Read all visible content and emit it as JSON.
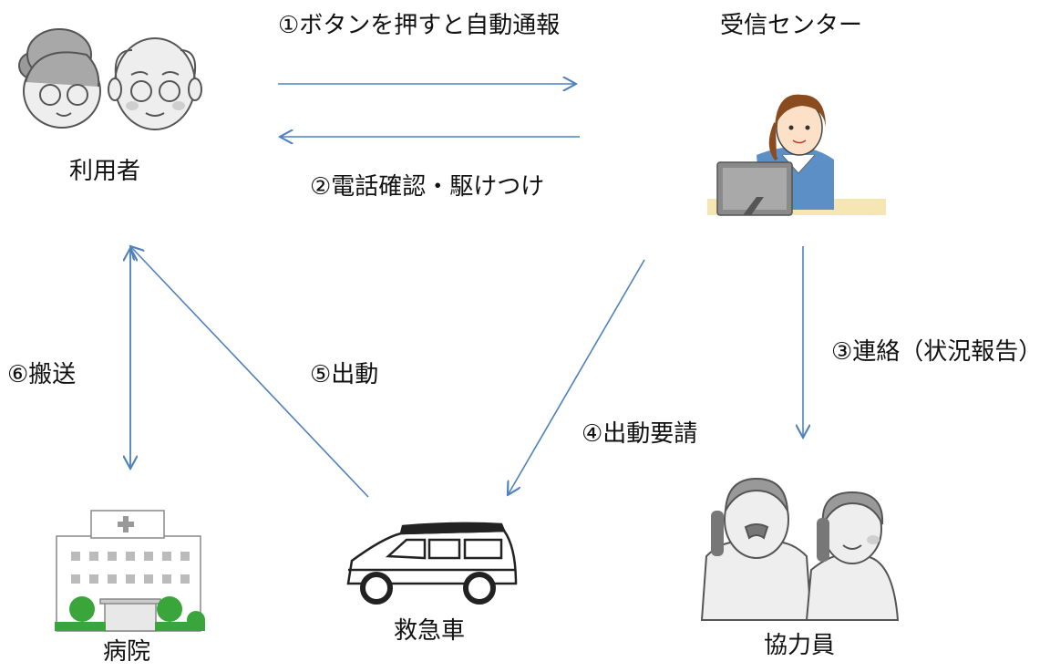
{
  "nodes": {
    "user": "利用者",
    "center": "受信センター",
    "helper": "協力員",
    "ambulance": "救急車",
    "hospital": "病院"
  },
  "steps": {
    "step1": "①ボタンを押すと自動通報",
    "step2": "②電話確認・駆けつけ",
    "step3": "③連絡（状況報告）",
    "step4": "④出動要請",
    "step5": "⑤出動",
    "step6": "⑥搬送"
  },
  "colors": {
    "arrow": "#4f81bd"
  }
}
